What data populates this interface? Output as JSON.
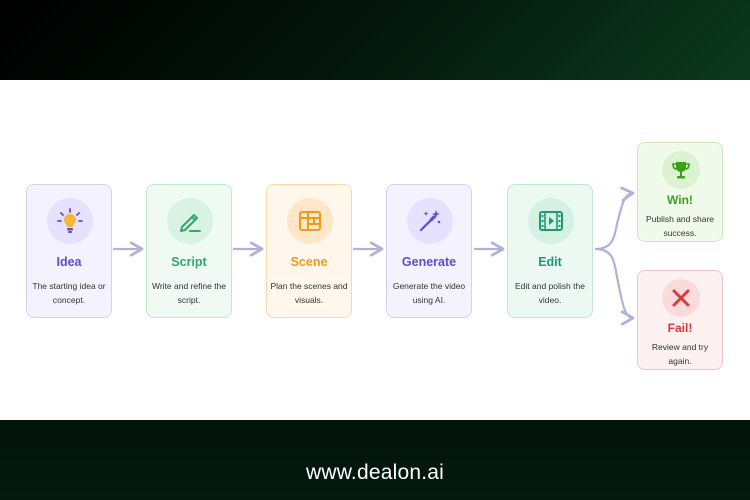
{
  "steps": [
    {
      "title": "Idea",
      "desc": "The starting idea or concept.",
      "icon": "lightbulb-icon",
      "color": "#5b4fcf",
      "bg": "#f4f2ff",
      "border": "#d6d0f5",
      "circle": "#e6e1ff"
    },
    {
      "title": "Script",
      "desc": "Write and refine the script.",
      "icon": "pencil-icon",
      "color": "#2ea96a",
      "bg": "#effaf3",
      "border": "#bfe6cf",
      "circle": "#d8f2e3"
    },
    {
      "title": "Scene",
      "desc": "Plan the scenes and visuals.",
      "icon": "layout-icon",
      "color": "#ef9a1a",
      "bg": "#fff7ec",
      "border": "#f6d9a9",
      "circle": "#fde7c6"
    },
    {
      "title": "Generate",
      "desc": "Generate the video using AI.",
      "icon": "magic-wand-icon",
      "color": "#5b4fcf",
      "bg": "#f4f2ff",
      "border": "#d6d0f5",
      "circle": "#e6e1ff"
    },
    {
      "title": "Edit",
      "desc": "Edit and polish the video.",
      "icon": "film-play-icon",
      "color": "#1e9a74",
      "bg": "#ecf9f3",
      "border": "#bfe6d6",
      "circle": "#d4f1e4"
    }
  ],
  "outcomes": {
    "win": {
      "title": "Win!",
      "desc": "Publish and share success.",
      "icon": "trophy-icon",
      "color": "#3aa216",
      "bg": "#f0faea",
      "border": "#c9e9bb",
      "circle": "#dcf2d0"
    },
    "fail": {
      "title": "Fail!",
      "desc": "Review and try again.",
      "icon": "x-mark-icon",
      "color": "#d93a3a",
      "bg": "#fdf0f0",
      "border": "#f2c4c4",
      "circle": "#fadada"
    }
  },
  "connector_color": "#b3b0d6",
  "footer": {
    "url": "www.dealon.ai"
  }
}
